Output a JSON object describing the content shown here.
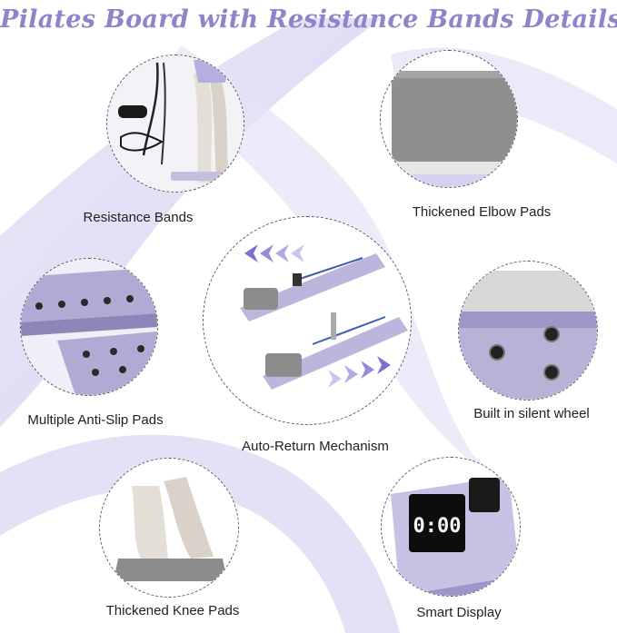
{
  "title": "Pilates Board with Resistance Bands Details",
  "features": [
    {
      "id": "resistance-bands",
      "label": "Resistance Bands"
    },
    {
      "id": "elbow-pads",
      "label": "Thickened Elbow Pads"
    },
    {
      "id": "auto-return",
      "label": "Auto-Return Mechanism"
    },
    {
      "id": "anti-slip",
      "label": "Multiple Anti-Slip Pads"
    },
    {
      "id": "silent-wheel",
      "label": "Built in silent wheel"
    },
    {
      "id": "knee-pads",
      "label": "Thickened Knee Pads"
    },
    {
      "id": "smart-display",
      "label": "Smart Display"
    }
  ],
  "display_readout": "0:00",
  "colors": {
    "title": "#8f83c9",
    "board": "#b9b2d6",
    "board_dark": "#8e86b8",
    "pad": "#8c8c8c",
    "accent": "#7b6fd0"
  }
}
